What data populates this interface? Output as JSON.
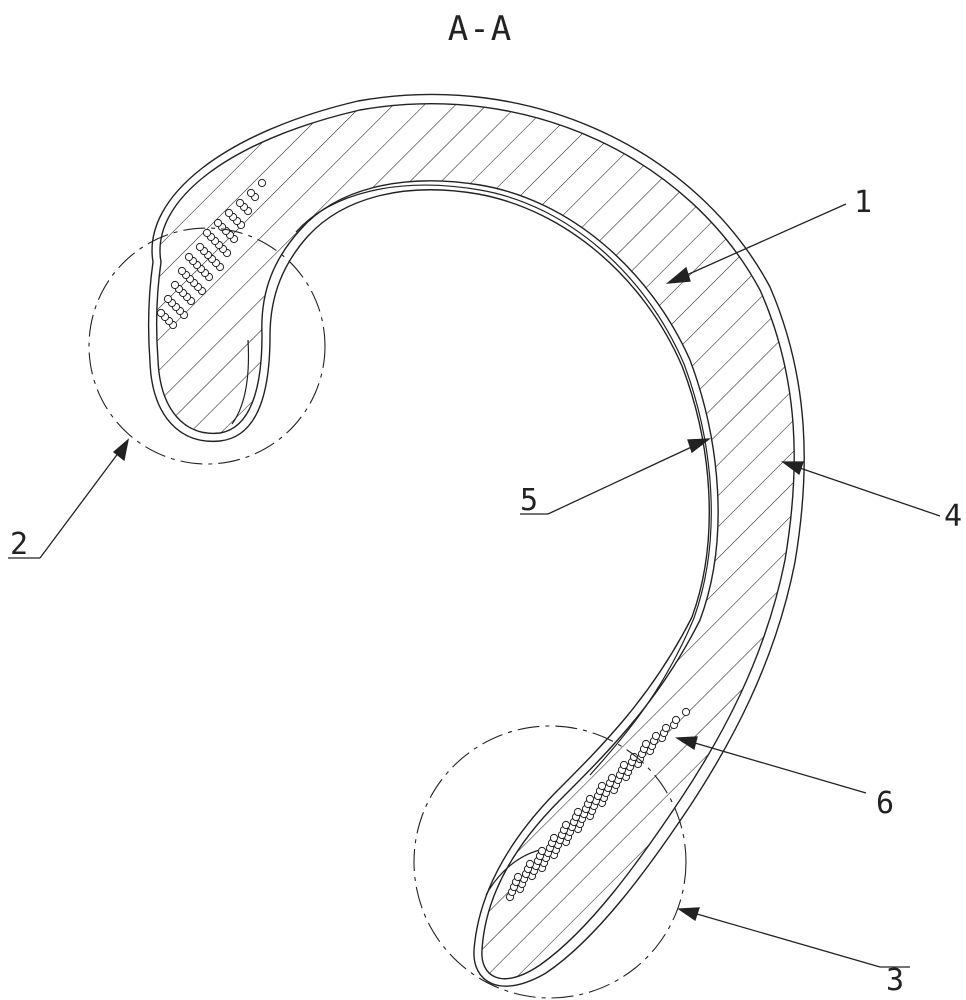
{
  "section_title": "A-A",
  "callouts": {
    "part_1": "1",
    "part_2": "2",
    "part_3": "3",
    "part_4": "4",
    "part_5": "5",
    "part_6": "6"
  },
  "colors": {
    "ink": "#222222",
    "background": "#ffffff"
  }
}
